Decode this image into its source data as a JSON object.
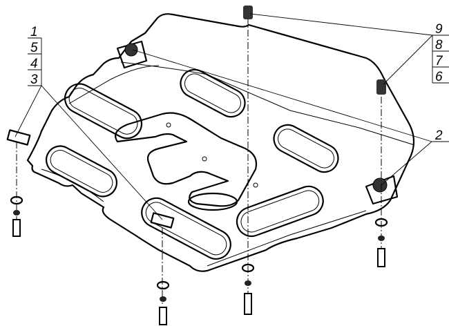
{
  "labels": {
    "left_stack": [
      "1",
      "5",
      "4",
      "3"
    ],
    "right_stack": [
      "9",
      "8",
      "7",
      "6"
    ],
    "callout_2": "2"
  }
}
